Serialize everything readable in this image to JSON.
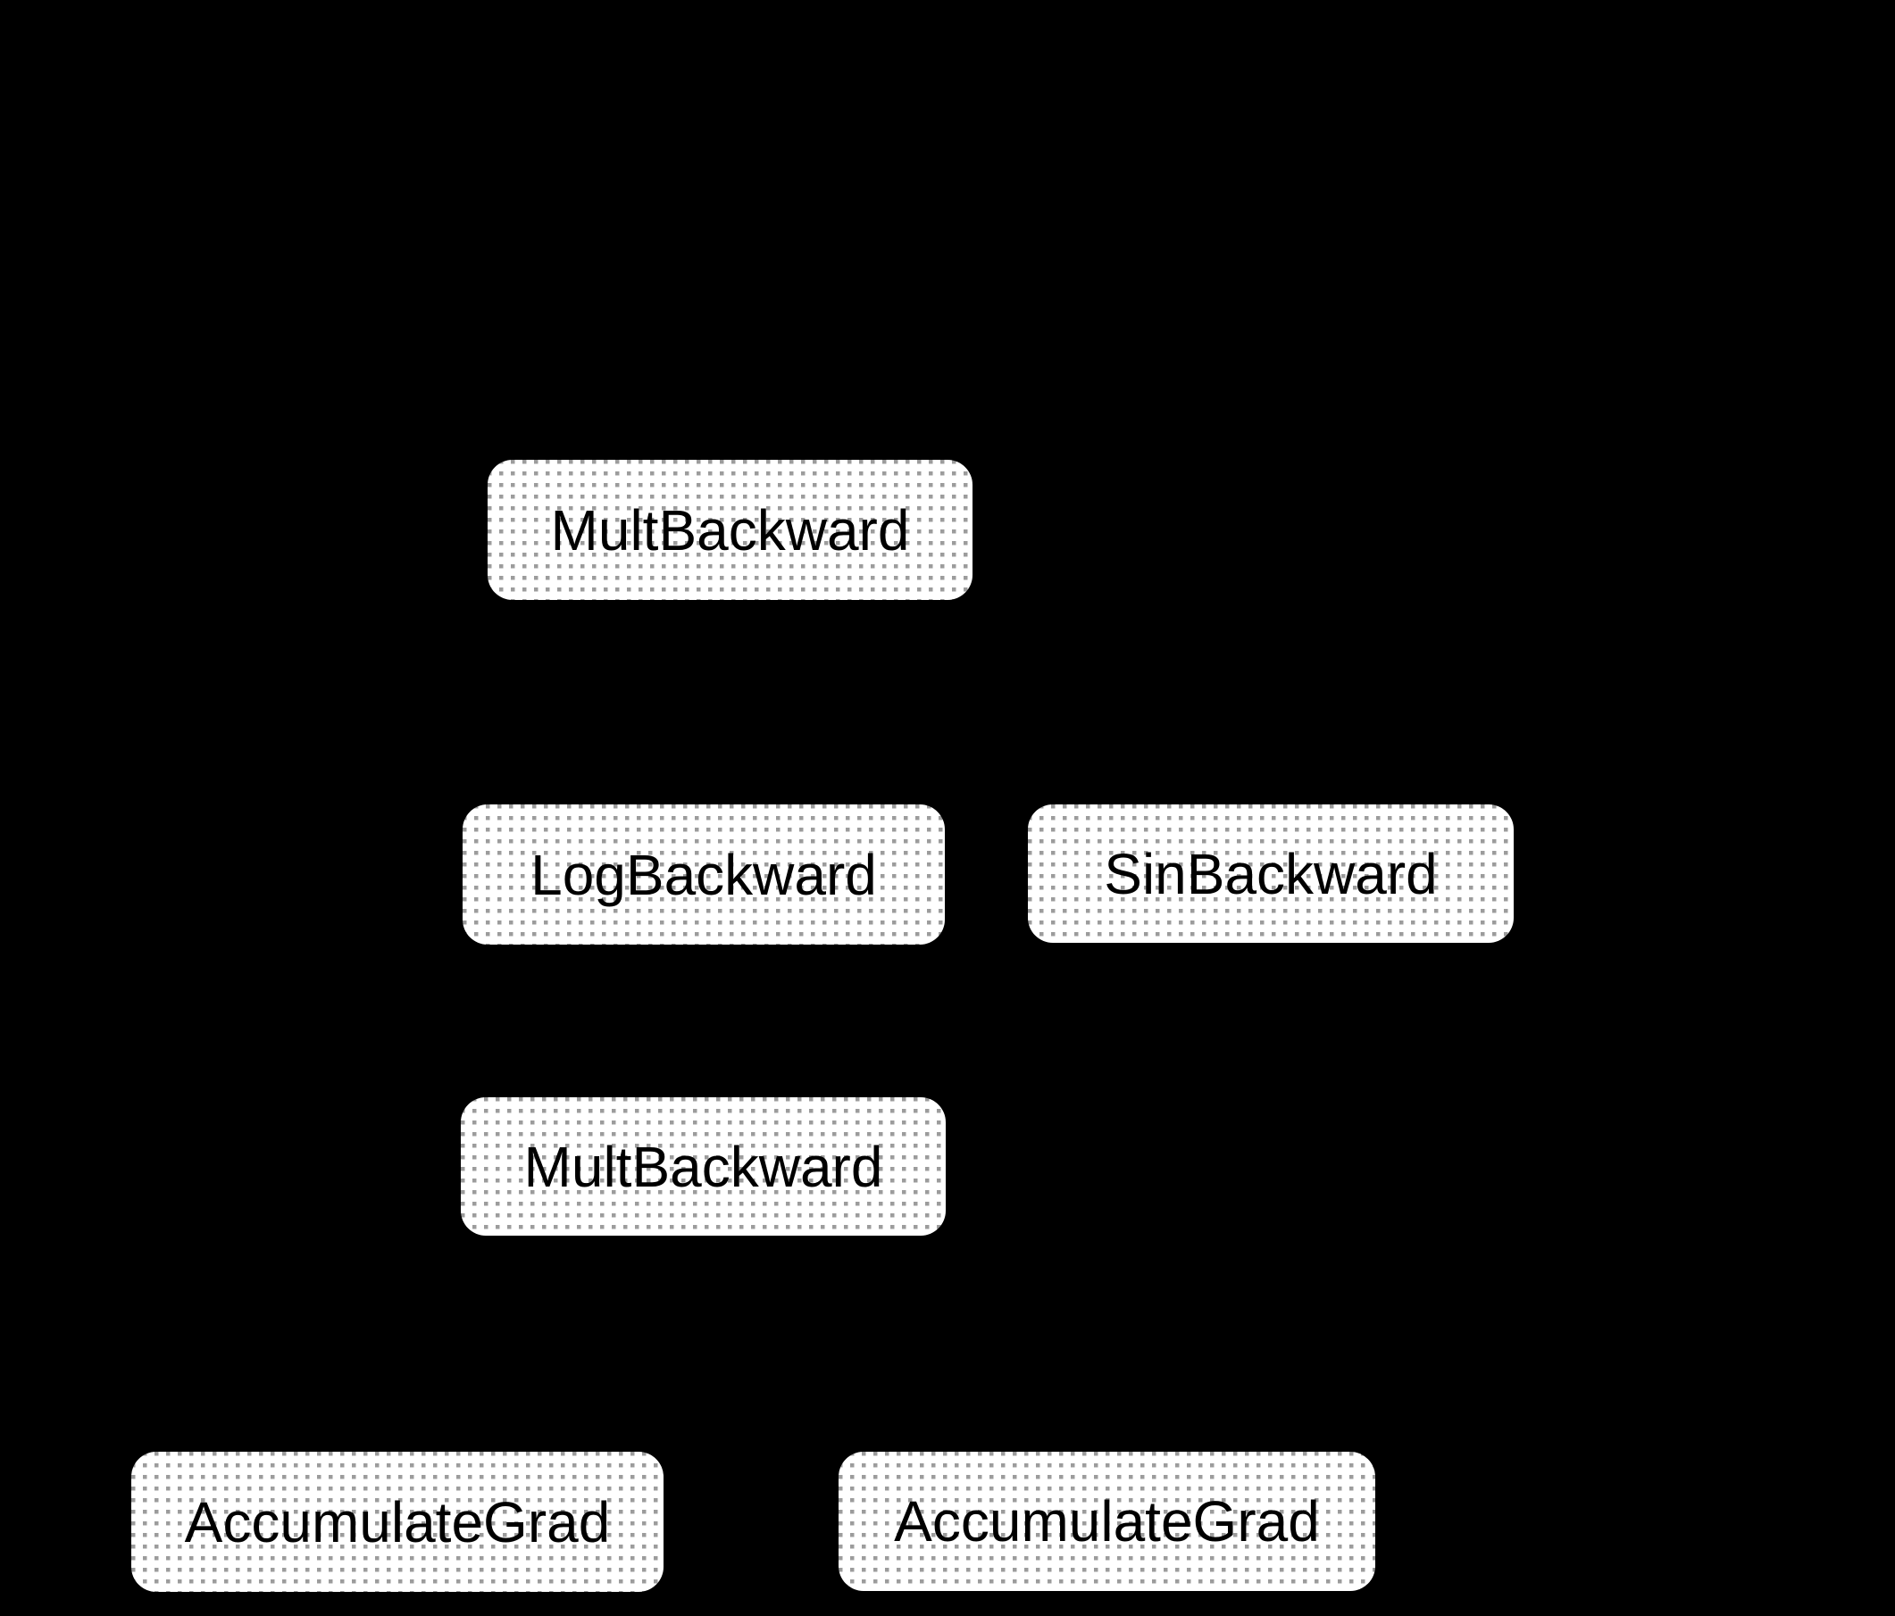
{
  "diagram": {
    "type": "computational-graph",
    "background_color": "#000000",
    "node_fill_color": "#ffffff",
    "node_dot_color": "#9c9c9c",
    "node_text_color": "#000000",
    "nodes": [
      {
        "id": "mult-backward-top",
        "label": "MultBackward"
      },
      {
        "id": "log-backward",
        "label": "LogBackward"
      },
      {
        "id": "sin-backward",
        "label": "SinBackward"
      },
      {
        "id": "mult-backward-bottom",
        "label": "MultBackward"
      },
      {
        "id": "accumulate-grad-left",
        "label": "AccumulateGrad"
      },
      {
        "id": "accumulate-grad-right",
        "label": "AccumulateGrad"
      }
    ]
  }
}
